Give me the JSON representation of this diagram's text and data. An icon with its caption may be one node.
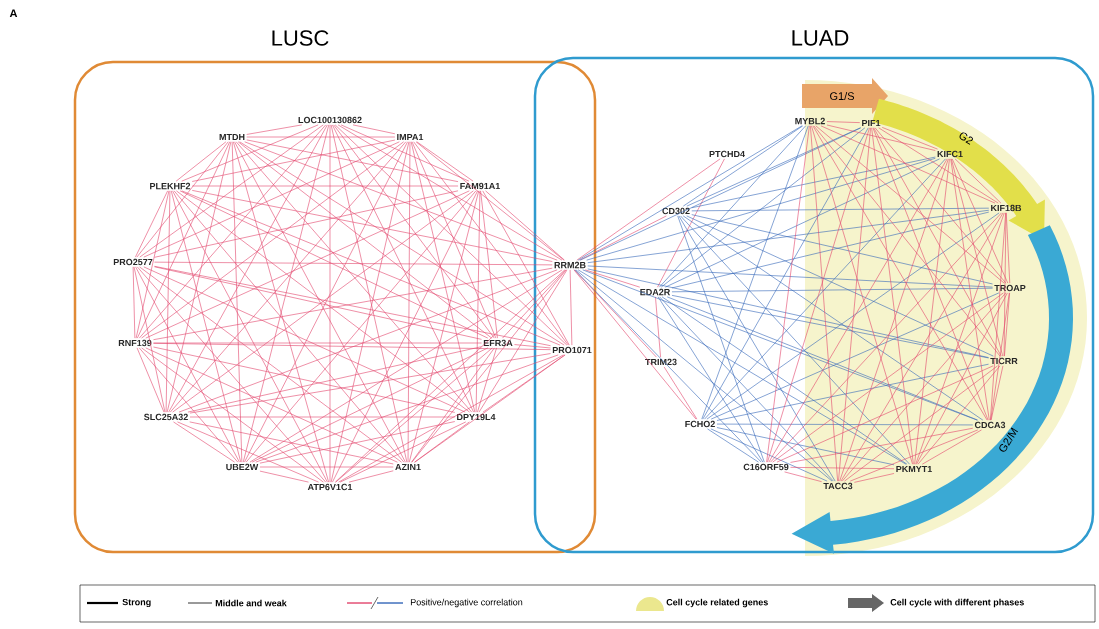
{
  "diagram": {
    "nodes": [
      {
        "text": [
          "LUSC"
        ]
      },
      {
        "text": [
          "LUAD"
        ]
      },
      {
        "text": [
          "LOC100130862"
        ],
        "in": 0
      },
      {
        "text": [
          "MTDH"
        ],
        "in": 0
      },
      {
        "text": [
          "IMPA1"
        ],
        "in": 0
      },
      {
        "text": [
          "PLEKHF2"
        ],
        "in": 0
      },
      {
        "text": [
          "FAM91A1"
        ],
        "in": 0
      },
      {
        "text": [
          "PRO2577"
        ],
        "in": 0
      },
      {
        "text": [
          "RNF139"
        ],
        "in": 0
      },
      {
        "text": [
          "EFR3A"
        ],
        "in": 0
      },
      {
        "text": [
          "SLC25A32"
        ],
        "in": 0
      },
      {
        "text": [
          "DPY19L4"
        ],
        "in": 0
      },
      {
        "text": [
          "UBE2W"
        ],
        "in": 0
      },
      {
        "text": [
          "AZIN1"
        ],
        "in": 0
      },
      {
        "text": [
          "ATP6V1C1"
        ],
        "in": 0
      },
      {
        "text": [
          "RRM2B"
        ]
      },
      {
        "text": [
          "PRO1071"
        ]
      },
      {
        "text": [
          "PTCHD4"
        ],
        "in": 1
      },
      {
        "text": [
          "MYBL2"
        ],
        "in": 1
      },
      {
        "text": [
          "PIF1"
        ],
        "in": 1
      },
      {
        "text": [
          "KIFC1"
        ],
        "in": 1
      },
      {
        "text": [
          "CD302"
        ],
        "in": 1
      },
      {
        "text": [
          "KIF18B"
        ],
        "in": 1
      },
      {
        "text": [
          "EDA2R"
        ],
        "in": 1
      },
      {
        "text": [
          "TROAP"
        ],
        "in": 1
      },
      {
        "text": [
          "TRIM23"
        ],
        "in": 1
      },
      {
        "text": [
          "TICRR"
        ],
        "in": 1
      },
      {
        "text": [
          "FCHO2"
        ],
        "in": 1
      },
      {
        "text": [
          "CDCA3"
        ],
        "in": 1
      },
      {
        "text": [
          "C16ORF59"
        ],
        "in": 1
      },
      {
        "text": [
          "PKMYT1"
        ],
        "in": 1
      },
      {
        "text": [
          "TACC3"
        ],
        "in": 1
      },
      {
        "text": [
          "G1/S"
        ],
        "in": 1
      },
      {
        "text": [
          "G2"
        ],
        "in": 1
      },
      {
        "text": [
          "G2/M"
        ],
        "in": 1
      }
    ],
    "edges": [
      {
        "from": 2,
        "to": 3,
        "arrow": "none"
      },
      {
        "from": 2,
        "to": 4,
        "arrow": "none"
      },
      {
        "from": 2,
        "to": 5,
        "arrow": "none"
      },
      {
        "from": 2,
        "to": 6,
        "arrow": "none"
      },
      {
        "from": 2,
        "to": 7,
        "arrow": "none"
      },
      {
        "from": 2,
        "to": 8,
        "arrow": "none"
      },
      {
        "from": 2,
        "to": 9,
        "arrow": "none"
      },
      {
        "from": 2,
        "to": 10,
        "arrow": "none"
      },
      {
        "from": 2,
        "to": 11,
        "arrow": "none"
      },
      {
        "from": 2,
        "to": 12,
        "arrow": "none"
      },
      {
        "from": 2,
        "to": 13,
        "arrow": "none"
      },
      {
        "from": 2,
        "to": 14,
        "arrow": "none"
      },
      {
        "from": 2,
        "to": 15,
        "arrow": "none"
      },
      {
        "from": 2,
        "to": 16,
        "arrow": "none"
      },
      {
        "from": 3,
        "to": 4,
        "arrow": "none"
      },
      {
        "from": 3,
        "to": 5,
        "arrow": "none"
      },
      {
        "from": 3,
        "to": 6,
        "arrow": "none"
      },
      {
        "from": 3,
        "to": 7,
        "arrow": "none"
      },
      {
        "from": 3,
        "to": 8,
        "arrow": "none"
      },
      {
        "from": 3,
        "to": 9,
        "arrow": "none"
      },
      {
        "from": 3,
        "to": 10,
        "arrow": "none"
      },
      {
        "from": 3,
        "to": 11,
        "arrow": "none"
      },
      {
        "from": 3,
        "to": 12,
        "arrow": "none"
      },
      {
        "from": 3,
        "to": 13,
        "arrow": "none"
      },
      {
        "from": 3,
        "to": 14,
        "arrow": "none"
      },
      {
        "from": 3,
        "to": 15,
        "arrow": "none"
      },
      {
        "from": 3,
        "to": 16,
        "arrow": "none"
      },
      {
        "from": 4,
        "to": 5,
        "arrow": "none"
      },
      {
        "from": 4,
        "to": 6,
        "arrow": "none"
      },
      {
        "from": 4,
        "to": 7,
        "arrow": "none"
      },
      {
        "from": 4,
        "to": 8,
        "arrow": "none"
      },
      {
        "from": 4,
        "to": 9,
        "arrow": "none"
      },
      {
        "from": 4,
        "to": 10,
        "arrow": "none"
      },
      {
        "from": 4,
        "to": 11,
        "arrow": "none"
      },
      {
        "from": 4,
        "to": 12,
        "arrow": "none"
      },
      {
        "from": 4,
        "to": 13,
        "arrow": "none"
      },
      {
        "from": 4,
        "to": 14,
        "arrow": "none"
      },
      {
        "from": 4,
        "to": 15,
        "arrow": "none"
      },
      {
        "from": 4,
        "to": 16,
        "arrow": "none"
      },
      {
        "from": 5,
        "to": 6,
        "arrow": "none"
      },
      {
        "from": 5,
        "to": 7,
        "arrow": "none"
      },
      {
        "from": 5,
        "to": 8,
        "arrow": "none"
      },
      {
        "from": 5,
        "to": 9,
        "arrow": "none"
      },
      {
        "from": 5,
        "to": 10,
        "arrow": "none"
      },
      {
        "from": 5,
        "to": 11,
        "arrow": "none"
      },
      {
        "from": 5,
        "to": 12,
        "arrow": "none"
      },
      {
        "from": 5,
        "to": 13,
        "arrow": "none"
      },
      {
        "from": 5,
        "to": 14,
        "arrow": "none"
      },
      {
        "from": 5,
        "to": 15,
        "arrow": "none"
      },
      {
        "from": 5,
        "to": 16,
        "arrow": "none"
      },
      {
        "from": 6,
        "to": 7,
        "arrow": "none"
      },
      {
        "from": 6,
        "to": 8,
        "arrow": "none"
      },
      {
        "from": 6,
        "to": 9,
        "arrow": "none"
      },
      {
        "from": 6,
        "to": 10,
        "arrow": "none"
      },
      {
        "from": 6,
        "to": 11,
        "arrow": "none"
      },
      {
        "from": 6,
        "to": 12,
        "arrow": "none"
      },
      {
        "from": 6,
        "to": 13,
        "arrow": "none"
      },
      {
        "from": 6,
        "to": 14,
        "arrow": "none"
      },
      {
        "from": 6,
        "to": 15,
        "arrow": "none"
      },
      {
        "from": 6,
        "to": 16,
        "arrow": "none"
      },
      {
        "from": 7,
        "to": 8,
        "arrow": "none"
      },
      {
        "from": 7,
        "to": 9,
        "arrow": "none"
      },
      {
        "from": 7,
        "to": 10,
        "arrow": "none"
      },
      {
        "from": 7,
        "to": 11,
        "arrow": "none"
      },
      {
        "from": 7,
        "to": 12,
        "arrow": "none"
      },
      {
        "from": 7,
        "to": 13,
        "arrow": "none"
      },
      {
        "from": 7,
        "to": 14,
        "arrow": "none"
      },
      {
        "from": 7,
        "to": 15,
        "arrow": "none"
      },
      {
        "from": 7,
        "to": 16,
        "arrow": "none"
      },
      {
        "from": 8,
        "to": 9,
        "arrow": "none"
      },
      {
        "from": 8,
        "to": 10,
        "arrow": "none"
      },
      {
        "from": 8,
        "to": 11,
        "arrow": "none"
      },
      {
        "from": 8,
        "to": 12,
        "arrow": "none"
      },
      {
        "from": 8,
        "to": 13,
        "arrow": "none"
      },
      {
        "from": 8,
        "to": 14,
        "arrow": "none"
      },
      {
        "from": 8,
        "to": 15,
        "arrow": "none"
      },
      {
        "from": 8,
        "to": 16,
        "arrow": "none"
      },
      {
        "from": 9,
        "to": 10,
        "arrow": "none"
      },
      {
        "from": 9,
        "to": 11,
        "arrow": "none"
      },
      {
        "from": 9,
        "to": 12,
        "arrow": "none"
      },
      {
        "from": 9,
        "to": 13,
        "arrow": "none"
      },
      {
        "from": 9,
        "to": 14,
        "arrow": "none"
      },
      {
        "from": 9,
        "to": 15,
        "arrow": "none"
      },
      {
        "from": 9,
        "to": 16,
        "arrow": "none"
      },
      {
        "from": 10,
        "to": 11,
        "arrow": "none"
      },
      {
        "from": 10,
        "to": 12,
        "arrow": "none"
      },
      {
        "from": 10,
        "to": 13,
        "arrow": "none"
      },
      {
        "from": 10,
        "to": 14,
        "arrow": "none"
      },
      {
        "from": 10,
        "to": 15,
        "arrow": "none"
      },
      {
        "from": 10,
        "to": 16,
        "arrow": "none"
      },
      {
        "from": 11,
        "to": 12,
        "arrow": "none"
      },
      {
        "from": 11,
        "to": 13,
        "arrow": "none"
      },
      {
        "from": 11,
        "to": 14,
        "arrow": "none"
      },
      {
        "from": 11,
        "to": 15,
        "arrow": "none"
      },
      {
        "from": 11,
        "to": 16,
        "arrow": "none"
      },
      {
        "from": 12,
        "to": 13,
        "arrow": "none"
      },
      {
        "from": 12,
        "to": 14,
        "arrow": "none"
      },
      {
        "from": 12,
        "to": 15,
        "arrow": "none"
      },
      {
        "from": 12,
        "to": 16,
        "arrow": "none"
      },
      {
        "from": 13,
        "to": 14,
        "arrow": "none"
      },
      {
        "from": 13,
        "to": 15,
        "arrow": "none"
      },
      {
        "from": 13,
        "to": 16,
        "arrow": "none"
      },
      {
        "from": 14,
        "to": 15,
        "arrow": "none"
      },
      {
        "from": 14,
        "to": 16,
        "arrow": "none"
      },
      {
        "from": 15,
        "to": 16,
        "arrow": "none"
      },
      {
        "from": 15,
        "to": 17,
        "arrow": "none"
      },
      {
        "from": 15,
        "to": 21,
        "arrow": "none"
      },
      {
        "from": 15,
        "to": 23,
        "arrow": "none"
      },
      {
        "from": 15,
        "to": 25,
        "arrow": "none"
      },
      {
        "from": 15,
        "to": 27,
        "arrow": "none"
      },
      {
        "from": 17,
        "to": 23,
        "arrow": "none"
      },
      {
        "from": 23,
        "to": 25,
        "arrow": "none"
      },
      {
        "from": 25,
        "to": 27,
        "arrow": "none"
      },
      {
        "from": 15,
        "to": 18,
        "arrow": "none",
        "color": "#3466b8"
      },
      {
        "from": 15,
        "to": 19,
        "arrow": "none",
        "color": "#3466b8"
      },
      {
        "from": 15,
        "to": 20,
        "arrow": "none",
        "color": "#3466b8"
      },
      {
        "from": 15,
        "to": 22,
        "arrow": "none",
        "color": "#3466b8"
      },
      {
        "from": 15,
        "to": 24,
        "arrow": "none",
        "color": "#3466b8"
      },
      {
        "from": 15,
        "to": 26,
        "arrow": "none",
        "color": "#3466b8"
      },
      {
        "from": 15,
        "to": 28,
        "arrow": "none",
        "color": "#3466b8"
      },
      {
        "from": 15,
        "to": 29,
        "arrow": "none",
        "color": "#3466b8"
      },
      {
        "from": 15,
        "to": 30,
        "arrow": "none",
        "color": "#3466b8"
      },
      {
        "from": 15,
        "to": 31,
        "arrow": "none",
        "color": "#3466b8"
      },
      {
        "from": 21,
        "to": 18,
        "arrow": "none",
        "color": "#3466b8"
      },
      {
        "from": 21,
        "to": 19,
        "arrow": "none",
        "color": "#3466b8"
      },
      {
        "from": 21,
        "to": 20,
        "arrow": "none",
        "color": "#3466b8"
      },
      {
        "from": 21,
        "to": 22,
        "arrow": "none",
        "color": "#3466b8"
      },
      {
        "from": 21,
        "to": 24,
        "arrow": "none",
        "color": "#3466b8"
      },
      {
        "from": 21,
        "to": 26,
        "arrow": "none",
        "color": "#3466b8"
      },
      {
        "from": 21,
        "to": 28,
        "arrow": "none",
        "color": "#3466b8"
      },
      {
        "from": 21,
        "to": 29,
        "arrow": "none",
        "color": "#3466b8"
      },
      {
        "from": 21,
        "to": 30,
        "arrow": "none",
        "color": "#3466b8"
      },
      {
        "from": 21,
        "to": 31,
        "arrow": "none",
        "color": "#3466b8"
      },
      {
        "from": 23,
        "to": 18,
        "arrow": "none",
        "color": "#3466b8"
      },
      {
        "from": 23,
        "to": 19,
        "arrow": "none",
        "color": "#3466b8"
      },
      {
        "from": 23,
        "to": 20,
        "arrow": "none",
        "color": "#3466b8"
      },
      {
        "from": 23,
        "to": 22,
        "arrow": "none",
        "color": "#3466b8"
      },
      {
        "from": 23,
        "to": 24,
        "arrow": "none",
        "color": "#3466b8"
      },
      {
        "from": 23,
        "to": 26,
        "arrow": "none",
        "color": "#3466b8"
      },
      {
        "from": 23,
        "to": 28,
        "arrow": "none",
        "color": "#3466b8"
      },
      {
        "from": 23,
        "to": 29,
        "arrow": "none",
        "color": "#3466b8"
      },
      {
        "from": 23,
        "to": 30,
        "arrow": "none",
        "color": "#3466b8"
      },
      {
        "from": 23,
        "to": 31,
        "arrow": "none",
        "color": "#3466b8"
      },
      {
        "from": 27,
        "to": 18,
        "arrow": "none",
        "color": "#3466b8"
      },
      {
        "from": 27,
        "to": 19,
        "arrow": "none",
        "color": "#3466b8"
      },
      {
        "from": 27,
        "to": 20,
        "arrow": "none",
        "color": "#3466b8"
      },
      {
        "from": 27,
        "to": 22,
        "arrow": "none",
        "color": "#3466b8"
      },
      {
        "from": 27,
        "to": 24,
        "arrow": "none",
        "color": "#3466b8"
      },
      {
        "from": 27,
        "to": 26,
        "arrow": "none",
        "color": "#3466b8"
      },
      {
        "from": 27,
        "to": 28,
        "arrow": "none",
        "color": "#3466b8"
      },
      {
        "from": 27,
        "to": 29,
        "arrow": "none",
        "color": "#3466b8"
      },
      {
        "from": 27,
        "to": 30,
        "arrow": "none",
        "color": "#3466b8"
      },
      {
        "from": 27,
        "to": 31,
        "arrow": "none",
        "color": "#3466b8"
      },
      {
        "from": 18,
        "to": 19,
        "arrow": "none"
      },
      {
        "from": 18,
        "to": 20,
        "arrow": "none"
      },
      {
        "from": 18,
        "to": 22,
        "arrow": "none"
      },
      {
        "from": 18,
        "to": 24,
        "arrow": "none"
      },
      {
        "from": 18,
        "to": 26,
        "arrow": "none"
      },
      {
        "from": 18,
        "to": 28,
        "arrow": "none"
      },
      {
        "from": 18,
        "to": 29,
        "arrow": "none"
      },
      {
        "from": 18,
        "to": 30,
        "arrow": "none"
      },
      {
        "from": 18,
        "to": 31,
        "arrow": "none"
      },
      {
        "from": 19,
        "to": 20,
        "arrow": "none"
      },
      {
        "from": 19,
        "to": 22,
        "arrow": "none"
      },
      {
        "from": 19,
        "to": 24,
        "arrow": "none"
      },
      {
        "from": 19,
        "to": 26,
        "arrow": "none"
      },
      {
        "from": 19,
        "to": 28,
        "arrow": "none"
      },
      {
        "from": 19,
        "to": 29,
        "arrow": "none"
      },
      {
        "from": 19,
        "to": 30,
        "arrow": "none"
      },
      {
        "from": 19,
        "to": 31,
        "arrow": "none"
      },
      {
        "from": 20,
        "to": 22,
        "arrow": "none"
      },
      {
        "from": 20,
        "to": 24,
        "arrow": "none"
      },
      {
        "from": 20,
        "to": 26,
        "arrow": "none"
      },
      {
        "from": 20,
        "to": 28,
        "arrow": "none"
      },
      {
        "from": 20,
        "to": 29,
        "arrow": "none"
      },
      {
        "from": 20,
        "to": 30,
        "arrow": "none"
      },
      {
        "from": 20,
        "to": 31,
        "arrow": "none"
      },
      {
        "from": 22,
        "to": 24,
        "arrow": "none"
      },
      {
        "from": 22,
        "to": 26,
        "arrow": "none"
      },
      {
        "from": 22,
        "to": 28,
        "arrow": "none"
      },
      {
        "from": 22,
        "to": 29,
        "arrow": "none"
      },
      {
        "from": 22,
        "to": 30,
        "arrow": "none"
      },
      {
        "from": 22,
        "to": 31,
        "arrow": "none"
      },
      {
        "from": 24,
        "to": 26,
        "arrow": "none"
      },
      {
        "from": 24,
        "to": 28,
        "arrow": "none"
      },
      {
        "from": 24,
        "to": 29,
        "arrow": "none"
      },
      {
        "from": 24,
        "to": 30,
        "arrow": "none"
      },
      {
        "from": 24,
        "to": 31,
        "arrow": "none"
      },
      {
        "from": 26,
        "to": 28,
        "arrow": "none"
      },
      {
        "from": 26,
        "to": 29,
        "arrow": "none"
      },
      {
        "from": 26,
        "to": 30,
        "arrow": "none"
      },
      {
        "from": 26,
        "to": 31,
        "arrow": "none"
      },
      {
        "from": 28,
        "to": 29,
        "arrow": "none"
      },
      {
        "from": 28,
        "to": 30,
        "arrow": "none"
      },
      {
        "from": 28,
        "to": 31,
        "arrow": "none"
      },
      {
        "from": 29,
        "to": 30,
        "arrow": "none"
      },
      {
        "from": 29,
        "to": 31,
        "arrow": "none"
      },
      {
        "from": 30,
        "to": 31,
        "arrow": "none"
      }
    ],
    "labels": [
      "A"
    ],
    "legend": [
      {
        "text": "Strong"
      },
      {
        "text": "Middle and weak"
      },
      {
        "text": "Positive/negative correlation"
      },
      {
        "text": "Cell cycle related genes",
        "color": "#ebe78e"
      },
      {
        "text": "Cell cycle with different phases"
      }
    ]
  }
}
